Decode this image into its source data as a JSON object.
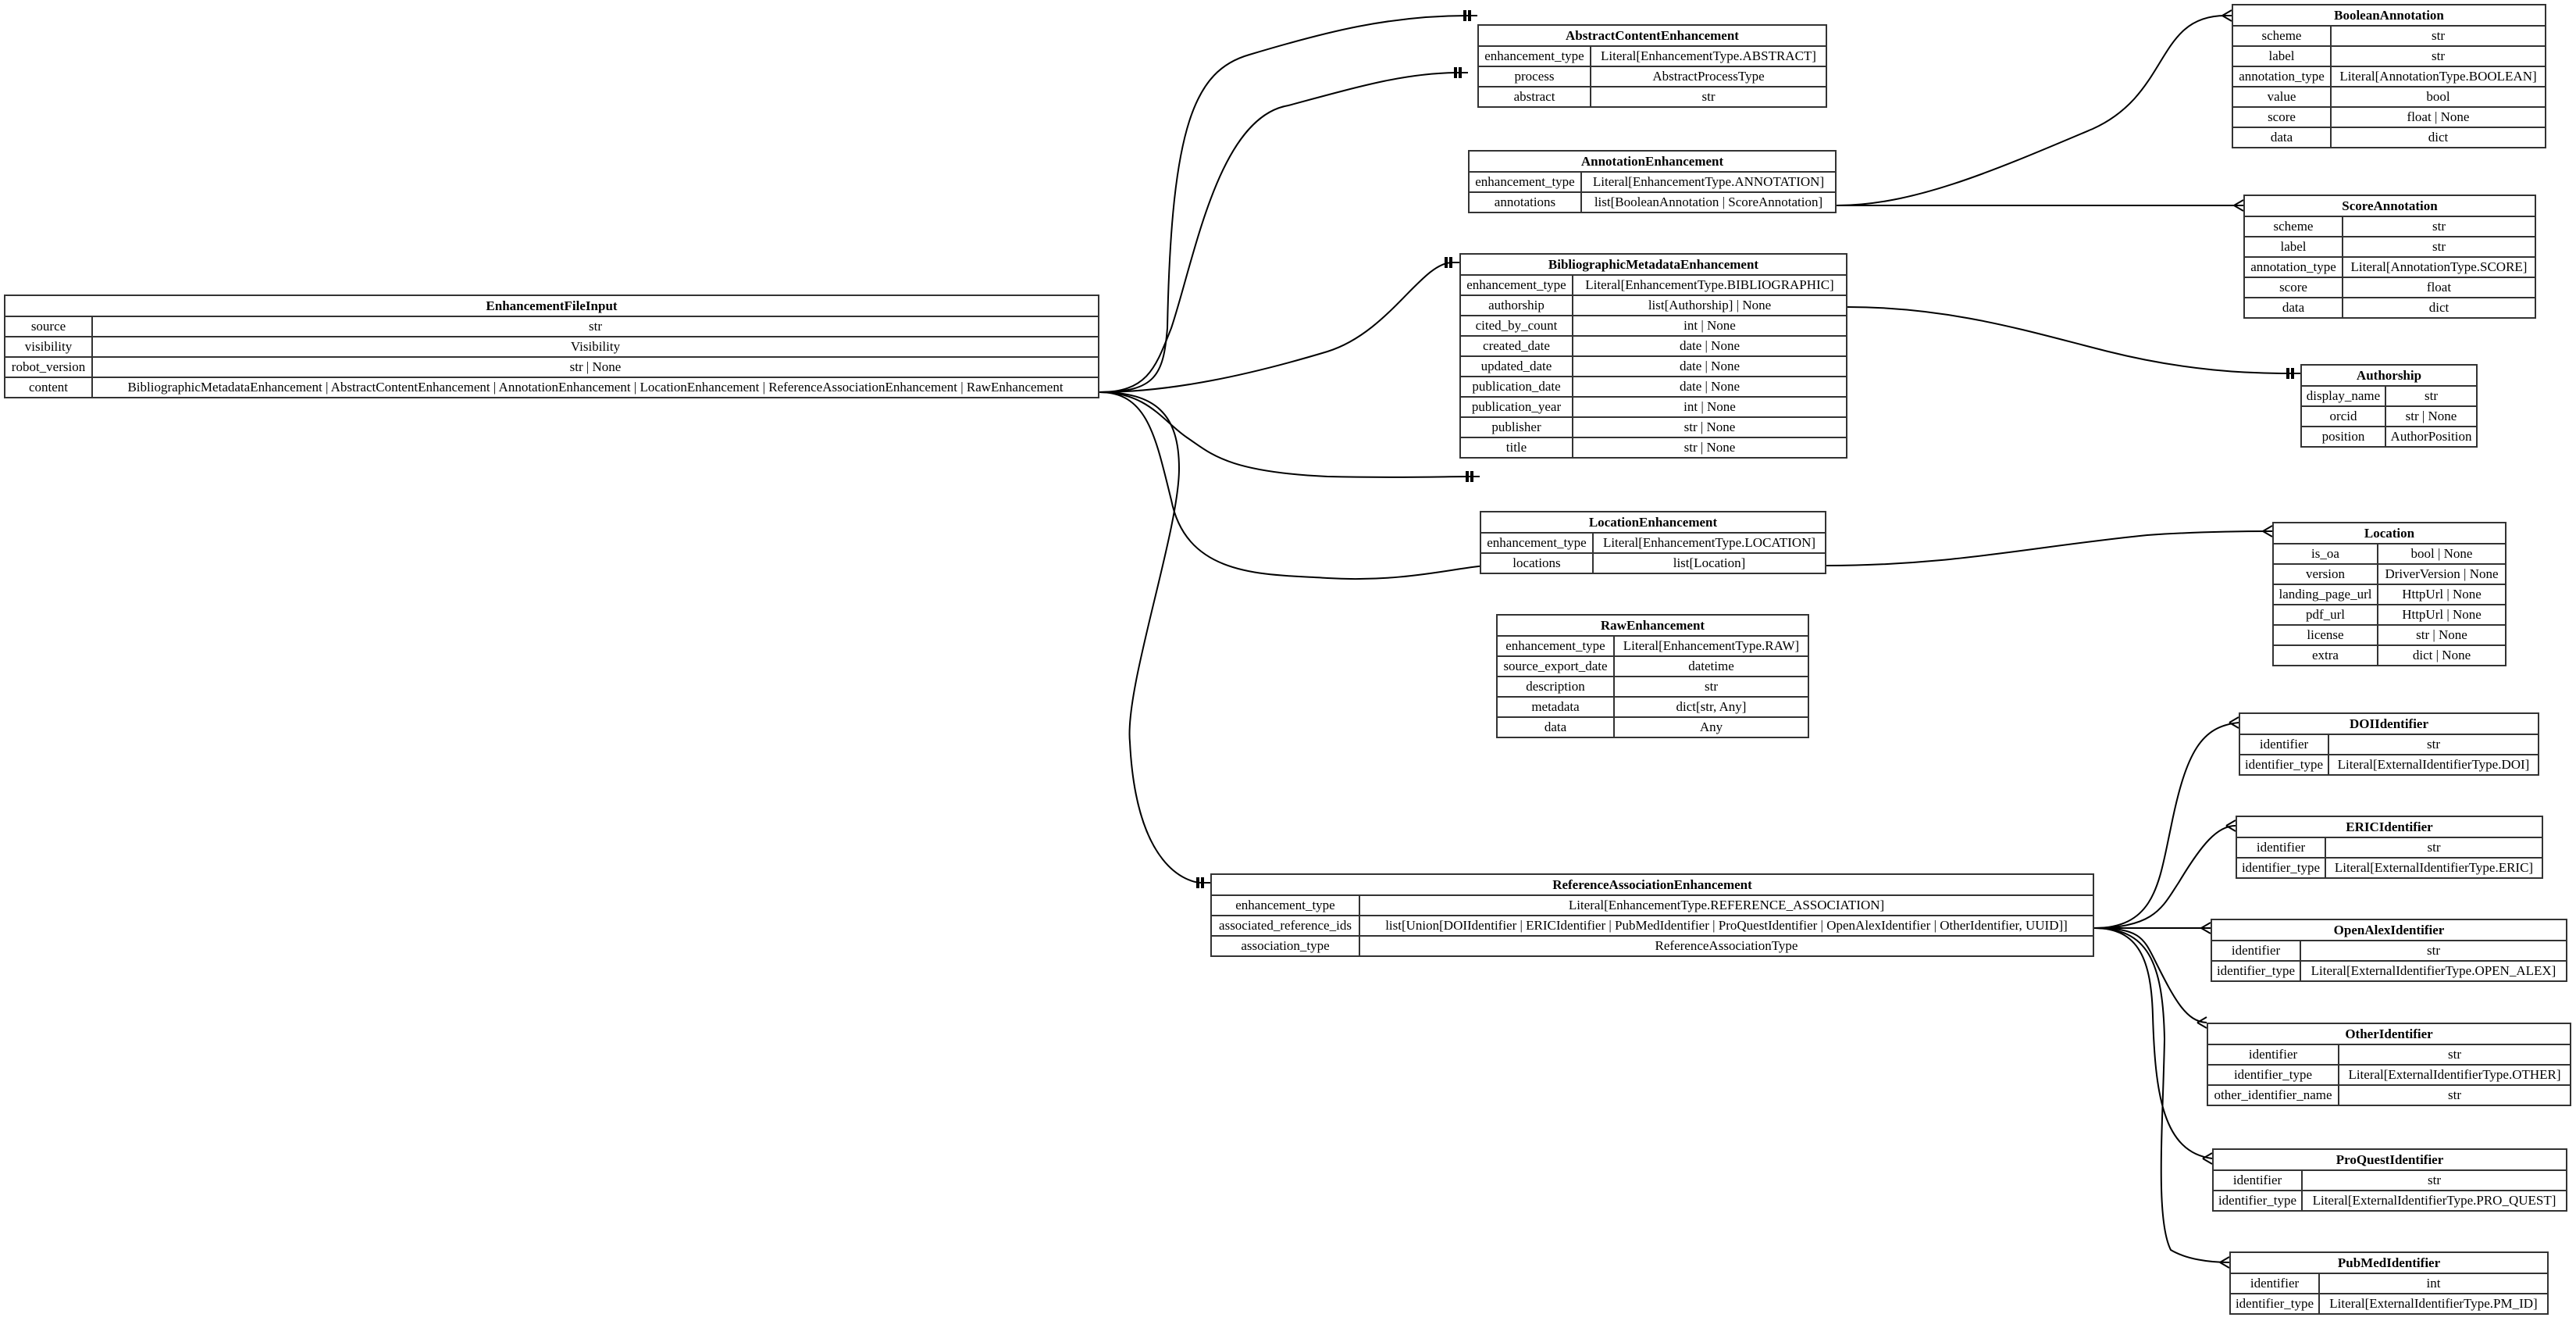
{
  "diagram": {
    "type": "entity-relationship",
    "entities": [
      {
        "id": "EnhancementFileInput",
        "title": "EnhancementFileInput",
        "fields": [
          {
            "name": "source",
            "type": "str"
          },
          {
            "name": "visibility",
            "type": "Visibility"
          },
          {
            "name": "robot_version",
            "type": "str | None"
          },
          {
            "name": "content",
            "type": "BibliographicMetadataEnhancement | AbstractContentEnhancement | AnnotationEnhancement | LocationEnhancement | ReferenceAssociationEnhancement | RawEnhancement"
          }
        ]
      },
      {
        "id": "AbstractContentEnhancement",
        "title": "AbstractContentEnhancement",
        "fields": [
          {
            "name": "enhancement_type",
            "type": "Literal[EnhancementType.ABSTRACT]"
          },
          {
            "name": "process",
            "type": "AbstractProcessType"
          },
          {
            "name": "abstract",
            "type": "str"
          }
        ]
      },
      {
        "id": "AnnotationEnhancement",
        "title": "AnnotationEnhancement",
        "fields": [
          {
            "name": "enhancement_type",
            "type": "Literal[EnhancementType.ANNOTATION]"
          },
          {
            "name": "annotations",
            "type": "list[BooleanAnnotation | ScoreAnnotation]"
          }
        ]
      },
      {
        "id": "BibliographicMetadataEnhancement",
        "title": "BibliographicMetadataEnhancement",
        "fields": [
          {
            "name": "enhancement_type",
            "type": "Literal[EnhancementType.BIBLIOGRAPHIC]"
          },
          {
            "name": "authorship",
            "type": "list[Authorship] | None"
          },
          {
            "name": "cited_by_count",
            "type": "int | None"
          },
          {
            "name": "created_date",
            "type": "date | None"
          },
          {
            "name": "updated_date",
            "type": "date | None"
          },
          {
            "name": "publication_date",
            "type": "date | None"
          },
          {
            "name": "publication_year",
            "type": "int | None"
          },
          {
            "name": "publisher",
            "type": "str | None"
          },
          {
            "name": "title",
            "type": "str | None"
          }
        ]
      },
      {
        "id": "LocationEnhancement",
        "title": "LocationEnhancement",
        "fields": [
          {
            "name": "enhancement_type",
            "type": "Literal[EnhancementType.LOCATION]"
          },
          {
            "name": "locations",
            "type": "list[Location]"
          }
        ]
      },
      {
        "id": "RawEnhancement",
        "title": "RawEnhancement",
        "fields": [
          {
            "name": "enhancement_type",
            "type": "Literal[EnhancementType.RAW]"
          },
          {
            "name": "source_export_date",
            "type": "datetime"
          },
          {
            "name": "description",
            "type": "str"
          },
          {
            "name": "metadata",
            "type": "dict[str, Any]"
          },
          {
            "name": "data",
            "type": "Any"
          }
        ]
      },
      {
        "id": "ReferenceAssociationEnhancement",
        "title": "ReferenceAssociationEnhancement",
        "fields": [
          {
            "name": "enhancement_type",
            "type": "Literal[EnhancementType.REFERENCE_ASSOCIATION]"
          },
          {
            "name": "associated_reference_ids",
            "type": "list[Union[DOIIdentifier | ERICIdentifier | PubMedIdentifier | ProQuestIdentifier | OpenAlexIdentifier | OtherIdentifier, UUID]]"
          },
          {
            "name": "association_type",
            "type": "ReferenceAssociationType"
          }
        ]
      },
      {
        "id": "BooleanAnnotation",
        "title": "BooleanAnnotation",
        "fields": [
          {
            "name": "scheme",
            "type": "str"
          },
          {
            "name": "label",
            "type": "str"
          },
          {
            "name": "annotation_type",
            "type": "Literal[AnnotationType.BOOLEAN]"
          },
          {
            "name": "value",
            "type": "bool"
          },
          {
            "name": "score",
            "type": "float | None"
          },
          {
            "name": "data",
            "type": "dict"
          }
        ]
      },
      {
        "id": "ScoreAnnotation",
        "title": "ScoreAnnotation",
        "fields": [
          {
            "name": "scheme",
            "type": "str"
          },
          {
            "name": "label",
            "type": "str"
          },
          {
            "name": "annotation_type",
            "type": "Literal[AnnotationType.SCORE]"
          },
          {
            "name": "score",
            "type": "float"
          },
          {
            "name": "data",
            "type": "dict"
          }
        ]
      },
      {
        "id": "Authorship",
        "title": "Authorship",
        "fields": [
          {
            "name": "display_name",
            "type": "str"
          },
          {
            "name": "orcid",
            "type": "str | None"
          },
          {
            "name": "position",
            "type": "AuthorPosition"
          }
        ]
      },
      {
        "id": "Location",
        "title": "Location",
        "fields": [
          {
            "name": "is_oa",
            "type": "bool | None"
          },
          {
            "name": "version",
            "type": "DriverVersion | None"
          },
          {
            "name": "landing_page_url",
            "type": "HttpUrl | None"
          },
          {
            "name": "pdf_url",
            "type": "HttpUrl | None"
          },
          {
            "name": "license",
            "type": "str | None"
          },
          {
            "name": "extra",
            "type": "dict | None"
          }
        ]
      },
      {
        "id": "DOIIdentifier",
        "title": "DOIIdentifier",
        "fields": [
          {
            "name": "identifier",
            "type": "str"
          },
          {
            "name": "identifier_type",
            "type": "Literal[ExternalIdentifierType.DOI]"
          }
        ]
      },
      {
        "id": "ERICIdentifier",
        "title": "ERICIdentifier",
        "fields": [
          {
            "name": "identifier",
            "type": "str"
          },
          {
            "name": "identifier_type",
            "type": "Literal[ExternalIdentifierType.ERIC]"
          }
        ]
      },
      {
        "id": "OpenAlexIdentifier",
        "title": "OpenAlexIdentifier",
        "fields": [
          {
            "name": "identifier",
            "type": "str"
          },
          {
            "name": "identifier_type",
            "type": "Literal[ExternalIdentifierType.OPEN_ALEX]"
          }
        ]
      },
      {
        "id": "OtherIdentifier",
        "title": "OtherIdentifier",
        "fields": [
          {
            "name": "identifier",
            "type": "str"
          },
          {
            "name": "identifier_type",
            "type": "Literal[ExternalIdentifierType.OTHER]"
          },
          {
            "name": "other_identifier_name",
            "type": "str"
          }
        ]
      },
      {
        "id": "ProQuestIdentifier",
        "title": "ProQuestIdentifier",
        "fields": [
          {
            "name": "identifier",
            "type": "str"
          },
          {
            "name": "identifier_type",
            "type": "Literal[ExternalIdentifierType.PRO_QUEST]"
          }
        ]
      },
      {
        "id": "PubMedIdentifier",
        "title": "PubMedIdentifier",
        "fields": [
          {
            "name": "identifier",
            "type": "int"
          },
          {
            "name": "identifier_type",
            "type": "Literal[ExternalIdentifierType.PM_ID]"
          }
        ]
      }
    ],
    "relationships": [
      {
        "from": "EnhancementFileInput.content",
        "to": "AbstractContentEnhancement",
        "cardinality": "one"
      },
      {
        "from": "EnhancementFileInput.content",
        "to": "AnnotationEnhancement",
        "cardinality": "one"
      },
      {
        "from": "EnhancementFileInput.content",
        "to": "BibliographicMetadataEnhancement",
        "cardinality": "one"
      },
      {
        "from": "EnhancementFileInput.content",
        "to": "LocationEnhancement",
        "cardinality": "one"
      },
      {
        "from": "EnhancementFileInput.content",
        "to": "RawEnhancement",
        "cardinality": "one"
      },
      {
        "from": "EnhancementFileInput.content",
        "to": "ReferenceAssociationEnhancement",
        "cardinality": "one"
      },
      {
        "from": "AnnotationEnhancement.annotations",
        "to": "BooleanAnnotation",
        "cardinality": "many"
      },
      {
        "from": "AnnotationEnhancement.annotations",
        "to": "ScoreAnnotation",
        "cardinality": "many"
      },
      {
        "from": "BibliographicMetadataEnhancement.authorship",
        "to": "Authorship",
        "cardinality": "one"
      },
      {
        "from": "LocationEnhancement.locations",
        "to": "Location",
        "cardinality": "many"
      },
      {
        "from": "ReferenceAssociationEnhancement.associated_reference_ids",
        "to": "DOIIdentifier",
        "cardinality": "many"
      },
      {
        "from": "ReferenceAssociationEnhancement.associated_reference_ids",
        "to": "ERICIdentifier",
        "cardinality": "many"
      },
      {
        "from": "ReferenceAssociationEnhancement.associated_reference_ids",
        "to": "OpenAlexIdentifier",
        "cardinality": "many"
      },
      {
        "from": "ReferenceAssociationEnhancement.associated_reference_ids",
        "to": "OtherIdentifier",
        "cardinality": "many"
      },
      {
        "from": "ReferenceAssociationEnhancement.associated_reference_ids",
        "to": "ProQuestIdentifier",
        "cardinality": "many"
      },
      {
        "from": "ReferenceAssociationEnhancement.associated_reference_ids",
        "to": "PubMedIdentifier",
        "cardinality": "many"
      }
    ]
  },
  "colors": {
    "background": "#ffffff",
    "border": "#333333",
    "edge": "#000000",
    "text": "#000000"
  }
}
